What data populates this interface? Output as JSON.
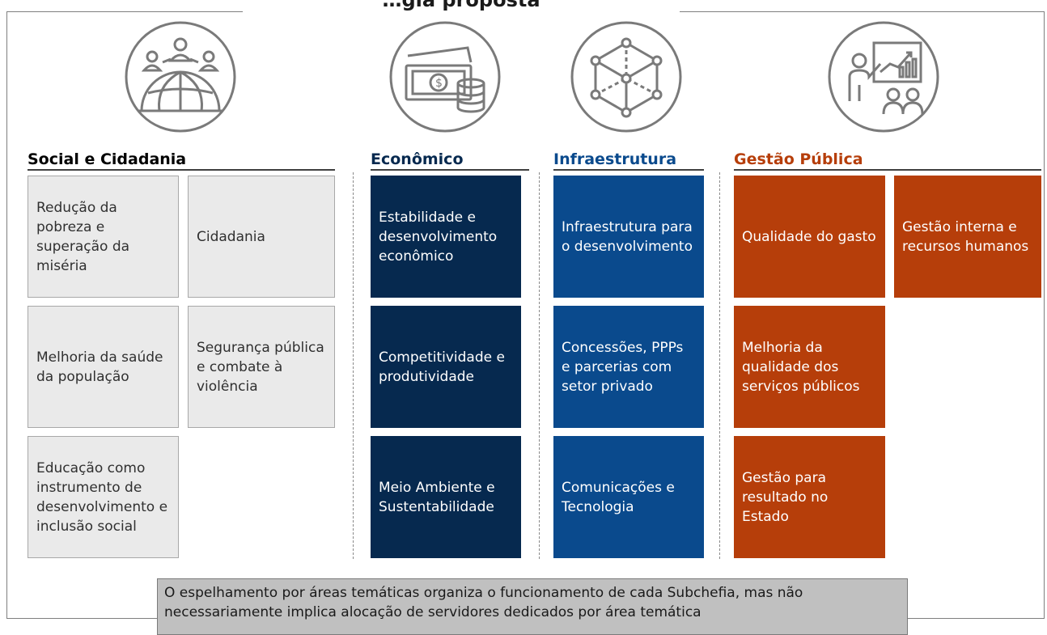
{
  "title": "…gia proposta",
  "groups": [
    {
      "heading": "Social e Cidadania",
      "color": "#1a1a1a",
      "icon": "people-globe-icon",
      "items": [
        "Redução da pobreza e superação da miséria",
        "Cidadania",
        "Melhoria da saúde da população",
        "Segurança pública e combate à violência",
        "Educação como instrumento de desenvolvimento e inclusão social"
      ]
    },
    {
      "heading": "Econômico",
      "color": "#06294f",
      "icon": "money-coins-icon",
      "items": [
        "Estabilidade e desenvolvimento econômico",
        "Competitividade e produtividade",
        "Meio Ambiente e Sustentabilidade"
      ]
    },
    {
      "heading": "Infraestrutura",
      "color": "#0a4a8d",
      "icon": "network-cube-icon",
      "items": [
        "Infraestrutura para o desenvolvimento",
        "Concessões, PPPs e parcerias com setor privado",
        "Comunicações e Tecnologia"
      ]
    },
    {
      "heading": "Gestão Pública",
      "color": "#b63e0a",
      "icon": "presentation-icon",
      "items": [
        "Qualidade do gasto",
        "Gestão interna e recursos humanos",
        "Melhoria da qualidade dos serviços públicos",
        "Gestão para resultado no Estado"
      ]
    }
  ],
  "note": "O espelhamento por áreas temáticas organiza o funcionamento de cada Subchefia, mas não necessariamente implica alocação de servidores dedicados por área temática"
}
